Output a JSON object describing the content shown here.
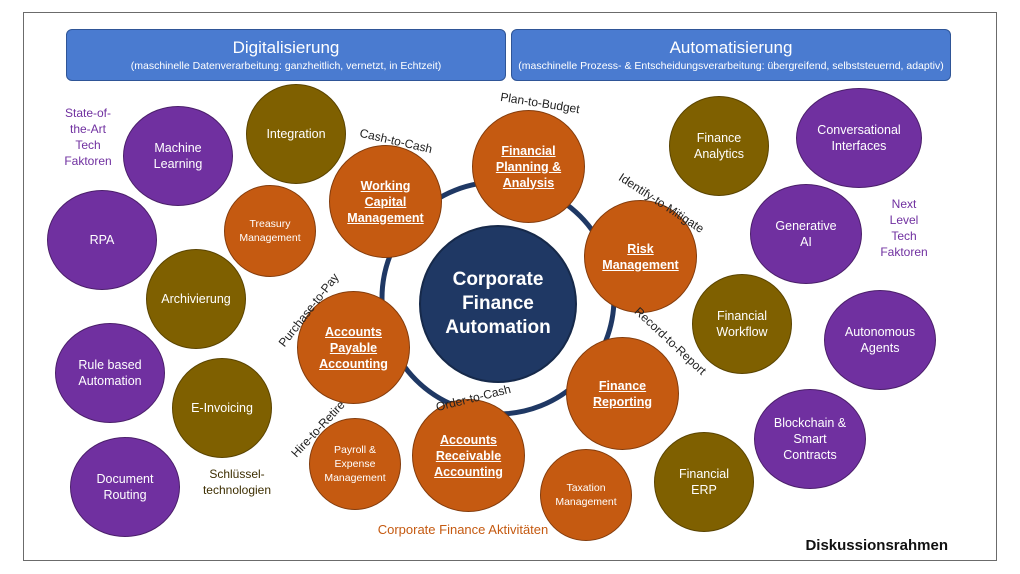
{
  "banners": {
    "left": {
      "title": "Digitalisierung",
      "subtitle": "(maschinelle Datenverarbeitung: ganzheitlich, vernetzt, in Echtzeit)"
    },
    "right": {
      "title": "Automatisierung",
      "subtitle": "(maschinelle Prozess- & Entscheidungsverarbeitung: übergreifend, selbststeuernd, adaptiv)"
    }
  },
  "center": {
    "label": "Corporate\nFinance\nAutomation"
  },
  "activities": {
    "fpa": "Financial\nPlanning &\nAnalysis",
    "wcm": "Working\nCapital\nManagement",
    "risk": "Risk\nManagement",
    "ap": "Accounts\nPayable\nAccounting",
    "reporting": "Finance\nReporting",
    "ar": "Accounts\nReceivable\nAccounting",
    "treasury": "Treasury\nManagement",
    "payroll": "Payroll &\nExpense\nManagement",
    "tax": "Taxation\nManagement"
  },
  "processes": {
    "plan_to_budget": "Plan-to-Budget",
    "cash_to_cash": "Cash-to-Cash",
    "identify_to_mitigate": "Identify-to-Mitigate",
    "purchase_to_pay": "Purchase-to-Pay",
    "record_to_report": "Record-to-Report",
    "order_to_cash": "Order-to-Cash",
    "hire_to_retire": "Hire-to-Retire"
  },
  "key_technologies": {
    "integration": "Integration",
    "archivierung": "Archivierung",
    "einvoicing": "E-Invoicing",
    "finance_analytics": "Finance\nAnalytics",
    "financial_workflow": "Financial\nWorkflow",
    "financial_erp": "Financial\nERP"
  },
  "state_of_the_art": {
    "machine_learning": "Machine\nLearning",
    "rpa": "RPA",
    "rule_based": "Rule based\nAutomation",
    "document_routing": "Document\nRouting"
  },
  "next_level": {
    "conversational": "Conversational\nInterfaces",
    "generative_ai": "Generative\nAI",
    "autonomous_agents": "Autonomous\nAgents",
    "blockchain": "Blockchain &\nSmart\nContracts"
  },
  "labels": {
    "state_of_the_art": "State-of-\nthe-Art\nTech\nFaktoren",
    "next_level": "Next\nLevel\nTech\nFaktoren",
    "schluessel": "Schlüssel-\ntechnologien",
    "activities": "Corporate Finance Aktivitäten",
    "footer": "Diskussionsrahmen"
  },
  "colors": {
    "banner": "#4a7bd0",
    "purple": "#7030a0",
    "olive": "#7f6000",
    "orange": "#c55a11",
    "center": "#1f3864",
    "ring": "#1f3864"
  }
}
